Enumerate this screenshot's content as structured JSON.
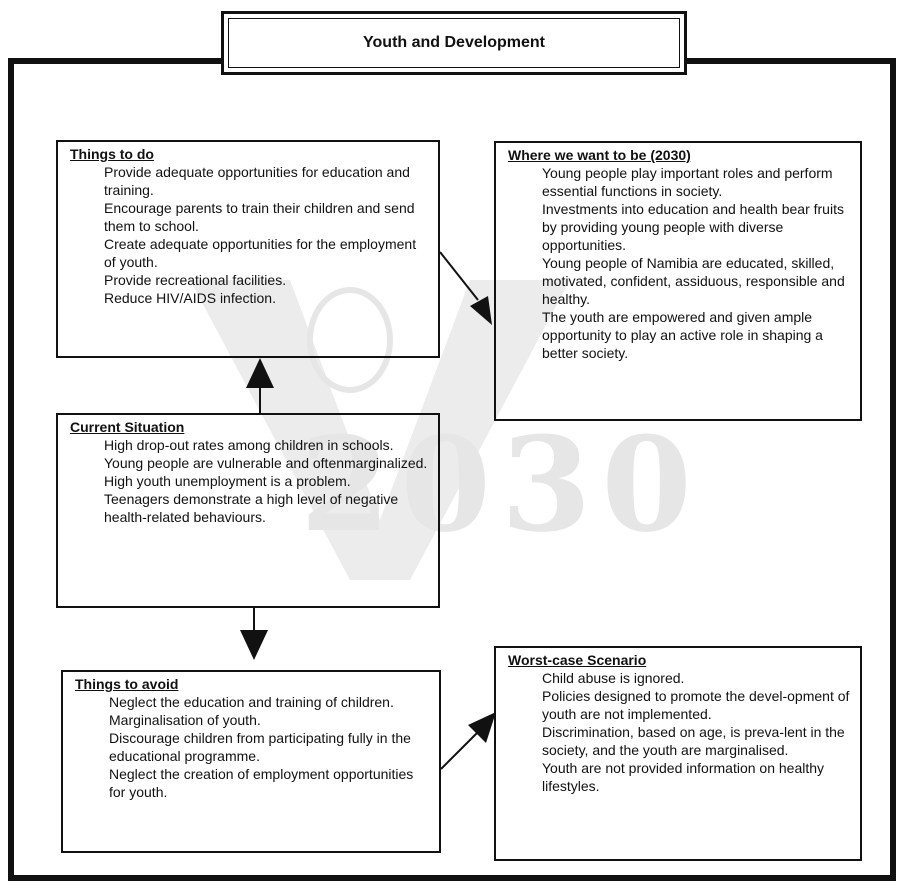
{
  "title": "Youth and Development",
  "things_to_do": {
    "heading": "Things to do",
    "items": [
      "Provide adequate opportunities for education and training.",
      "Encourage parents to train their children and send them to school.",
      "Create adequate opportunities for the employment of youth.",
      "Provide recreational facilities.",
      "Reduce HIV/AIDS infection."
    ]
  },
  "where_we_want_to_be": {
    "heading": "Where we want to be (2030)",
    "items": [
      "Young people play important roles and perform essential functions in society.",
      "Investments into education and health bear fruits by providing young people with diverse opportunities.",
      "Young people of Namibia are educated, skilled, motivated, confident, assiduous, responsible and healthy.",
      "The youth are empowered and given ample opportunity to play an active role in shaping a better society."
    ]
  },
  "current_situation": {
    "heading": "Current Situation",
    "items": [
      "High drop-out rates among children in schools.",
      "Young people are vulnerable and oftenmarginalized.",
      "High youth unemployment is a problem.",
      "Teenagers demonstrate a high level of negative health-related behaviours."
    ]
  },
  "things_to_avoid": {
    "heading": "Things to avoid",
    "items": [
      "Neglect the education and training of children.",
      "Marginalisation of youth.",
      "Discourage children from participating fully in the educational programme.",
      "Neglect the creation of  employment opportunities for youth."
    ]
  },
  "worst_case": {
    "heading": "Worst-case Scenario",
    "items": [
      "Child abuse is ignored.",
      "Policies designed to promote the devel-opment of youth are not  implemented.",
      "Discrimination, based on age, is preva-lent in the society, and the youth are marginalised.",
      "Youth are not provided information on healthy lifestyles."
    ]
  },
  "watermark_text": "V2030",
  "colors": {
    "line": "#111111",
    "watermark": "#e3e3e3"
  }
}
